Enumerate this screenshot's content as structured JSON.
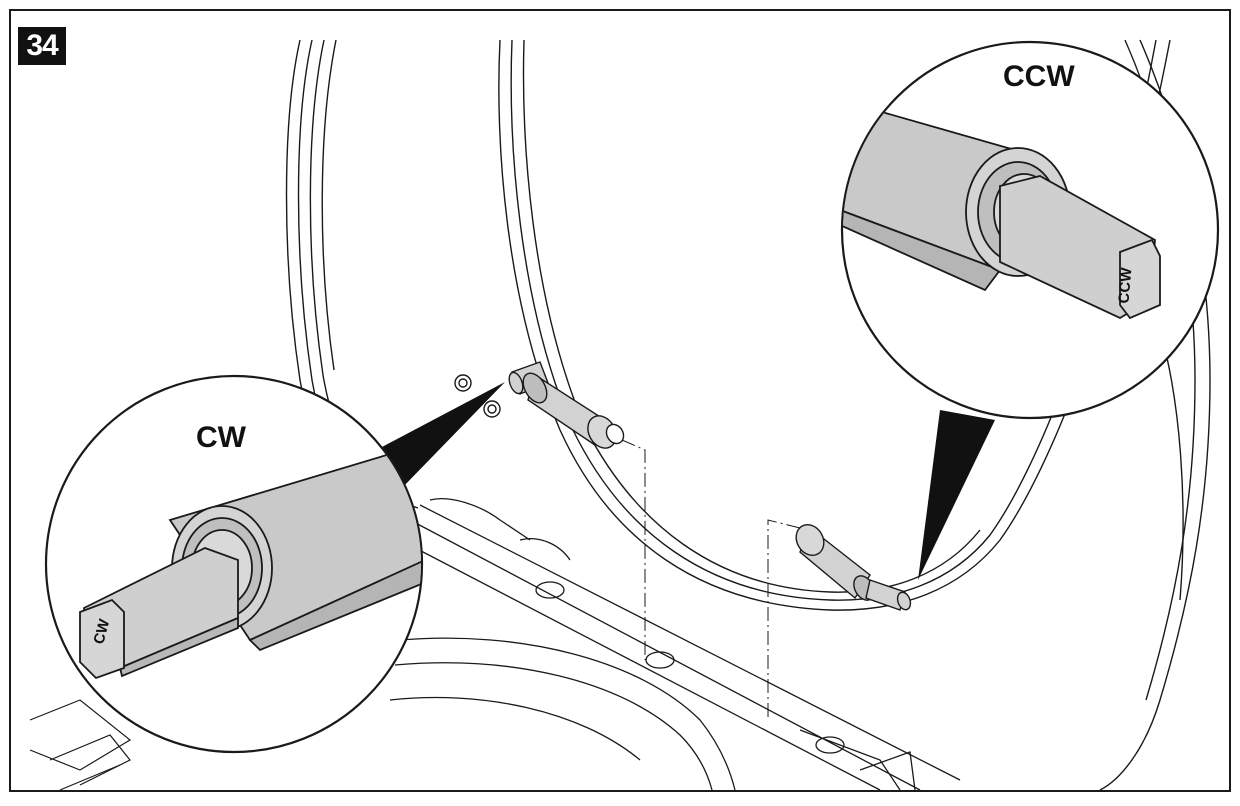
{
  "figure": {
    "step_number": "34",
    "callouts": {
      "cw": {
        "title": "CW",
        "pin_engraving": "CW"
      },
      "ccw": {
        "title": "CCW",
        "pin_engraving": "CCW"
      }
    },
    "colors": {
      "line": "#1a1a1a",
      "pin_fill": "#d2d2d2",
      "pin_shade": "#b8b8b8",
      "leader": "#111111",
      "background": "#ffffff"
    }
  }
}
